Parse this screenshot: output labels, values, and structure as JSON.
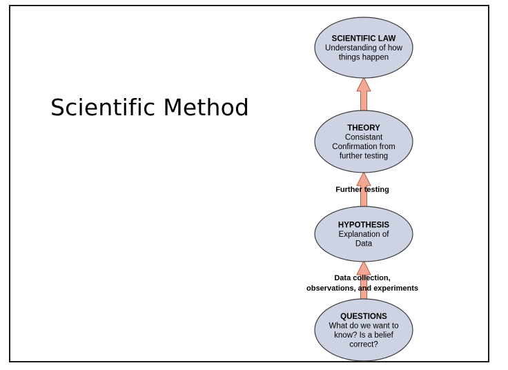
{
  "slide": {
    "title": "Scientific Method"
  },
  "colors": {
    "node_fill": "#cdd3e3",
    "node_stroke": "#3a3a3a",
    "arrow_fill": "#f3a893",
    "arrow_stroke": "#b45a45"
  },
  "diagram": {
    "nodes": [
      {
        "id": "scientific-law",
        "heading": "SCIENTIFIC LAW",
        "lines": [
          "Understanding of how",
          "things happen"
        ]
      },
      {
        "id": "theory",
        "heading": "THEORY",
        "lines": [
          "Consistant",
          "Confirmation from",
          "further testing"
        ]
      },
      {
        "id": "hypothesis",
        "heading": "HYPOTHESIS",
        "lines": [
          "Explanation of",
          "Data"
        ]
      },
      {
        "id": "questions",
        "heading": "QUESTIONS",
        "lines": [
          "What do we want to",
          "know? Is a belief",
          "correct?"
        ]
      }
    ],
    "edges": [
      {
        "from": "theory",
        "to": "scientific-law",
        "label": []
      },
      {
        "from": "hypothesis",
        "to": "theory",
        "label": [
          "Further testing"
        ]
      },
      {
        "from": "questions",
        "to": "hypothesis",
        "label": [
          "Data collection,",
          "observations, and experiments"
        ]
      }
    ]
  }
}
